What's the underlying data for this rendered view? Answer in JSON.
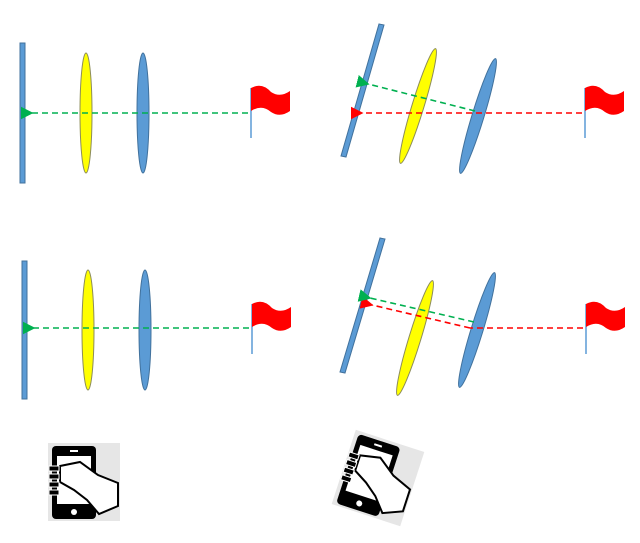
{
  "colors": {
    "sensor": "#5b9bd5",
    "sensor_stroke": "#41719c",
    "lens_yellow": "#ffff00",
    "lens_yellow_stroke": "#8c8c5a",
    "lens_blue": "#5b9bd5",
    "flag": "#ff0000",
    "ray_green": "#00b050",
    "ray_red": "#ff0000",
    "phone_dark": "#000000",
    "phone_bg": "#e6e6e6"
  },
  "panels": [
    {
      "id": "top-left",
      "state": "aligned",
      "rays": [
        "green"
      ]
    },
    {
      "id": "top-right",
      "state": "tilted",
      "rays": [
        "red",
        "green"
      ]
    },
    {
      "id": "bottom-left",
      "state": "aligned",
      "rays": [
        "green"
      ]
    },
    {
      "id": "bottom-right",
      "state": "tilted",
      "rays": [
        "red",
        "green"
      ]
    }
  ],
  "icons": [
    {
      "name": "hand-holding-phone-icon",
      "orientation": "upright"
    },
    {
      "name": "hand-holding-phone-icon",
      "orientation": "tilted"
    }
  ]
}
